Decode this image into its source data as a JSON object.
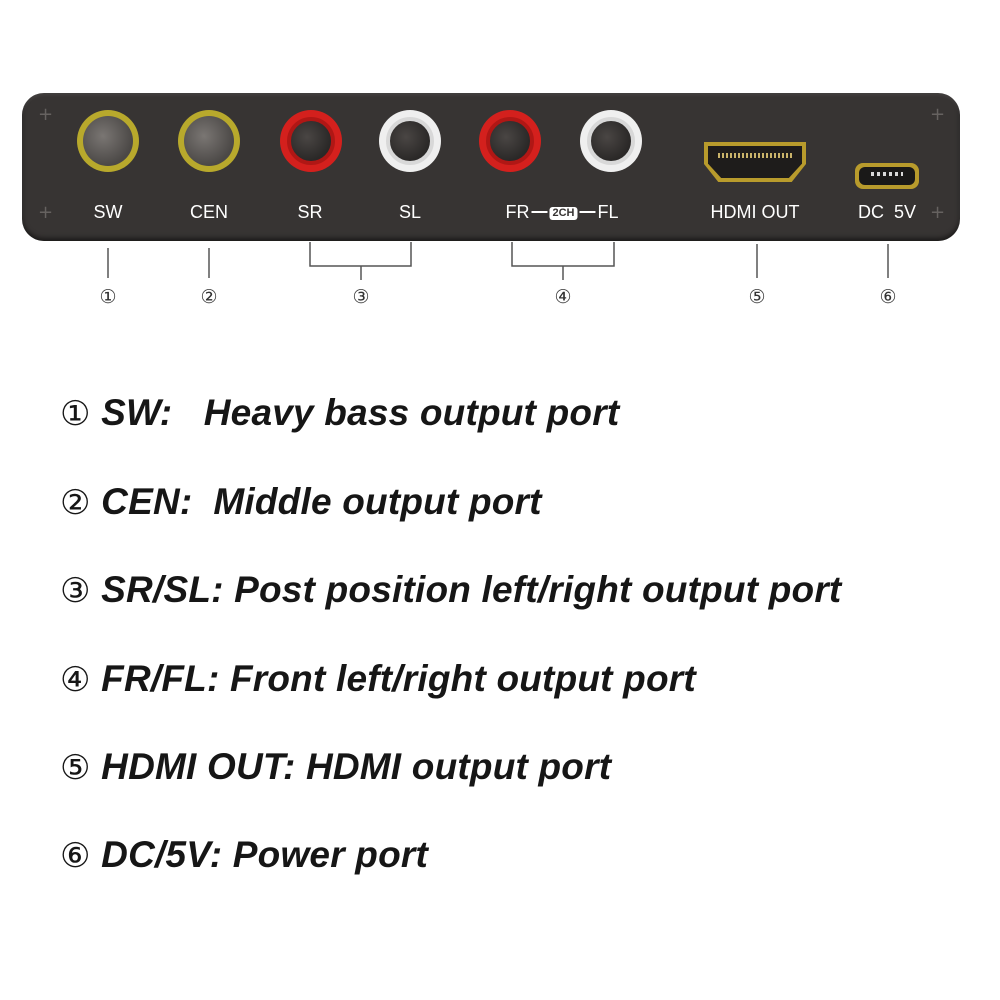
{
  "ports": [
    {
      "label": "SW",
      "marker": "①",
      "color": "yellow"
    },
    {
      "label": "CEN",
      "marker": "②",
      "color": "yellow"
    },
    {
      "label": "SR",
      "marker": "③",
      "color": "red"
    },
    {
      "label": "SL",
      "marker": "③",
      "color": "white"
    },
    {
      "label": "FR",
      "marker": "④",
      "color": "red"
    },
    {
      "label": "FL",
      "marker": "④",
      "color": "white"
    },
    {
      "label": "HDMI OUT",
      "marker": "⑤"
    },
    {
      "label": "DC  5V",
      "marker": "⑥"
    }
  ],
  "badge": "2CH",
  "markers": [
    "①",
    "②",
    "③",
    "④",
    "⑤",
    "⑥"
  ],
  "descriptions": [
    {
      "marker": "①",
      "text": "SW:   Heavy bass output port"
    },
    {
      "marker": "②",
      "text": "CEN:  Middle output port"
    },
    {
      "marker": "③",
      "text": "SR/SL: Post position left/right output port"
    },
    {
      "marker": "④",
      "text": "FR/FL: Front left/right output port"
    },
    {
      "marker": "⑤",
      "text": "HDMI OUT: HDMI output port"
    },
    {
      "marker": "⑥",
      "text": "DC/5V: Power port"
    }
  ],
  "colors": {
    "panel": "#373433",
    "rca_yellow": "#b8a92c",
    "rca_red": "#d4201d",
    "rca_white": "#efefef",
    "connector_gold": "#b89b2c"
  },
  "icons": [
    "screw-icon",
    "rca-jack-icon",
    "hdmi-port-icon",
    "micro-usb-port-icon"
  ]
}
